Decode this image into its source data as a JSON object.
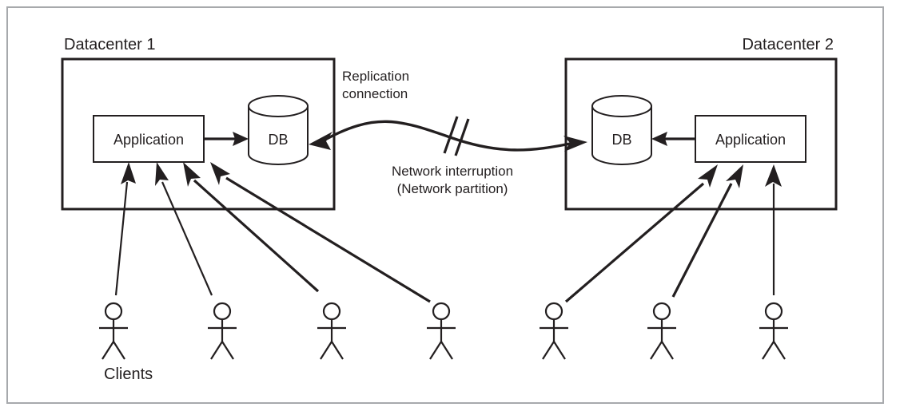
{
  "figure": {
    "title_dc1": "Datacenter 1",
    "title_dc2": "Datacenter 2",
    "clients_label": "Clients",
    "replication_label_line1": "Replication",
    "replication_label_line2": "connection",
    "interruption_label_line1": "Network interruption",
    "interruption_label_line2": "(Network partition)",
    "colors": {
      "ink": "#231f20",
      "frame": "#a7a9ac",
      "background": "#ffffff"
    }
  },
  "datacenters": [
    {
      "name": "Datacenter 1",
      "nodes": [
        {
          "type": "application",
          "label": "Application"
        },
        {
          "type": "database",
          "label": "DB"
        }
      ],
      "client_count": 4
    },
    {
      "name": "Datacenter 2",
      "nodes": [
        {
          "type": "database",
          "label": "DB"
        },
        {
          "type": "application",
          "label": "Application"
        }
      ],
      "client_count": 3
    }
  ],
  "connections": [
    {
      "from": "Application",
      "to": "DB",
      "datacenter": "Datacenter 1"
    },
    {
      "from": "Application",
      "to": "DB",
      "datacenter": "Datacenter 2"
    },
    {
      "from": "DB (Datacenter 1)",
      "to": "DB (Datacenter 2)",
      "label": "Replication connection",
      "bidirectional": true,
      "broken": true,
      "break_label": "Network interruption (Network partition)"
    }
  ]
}
